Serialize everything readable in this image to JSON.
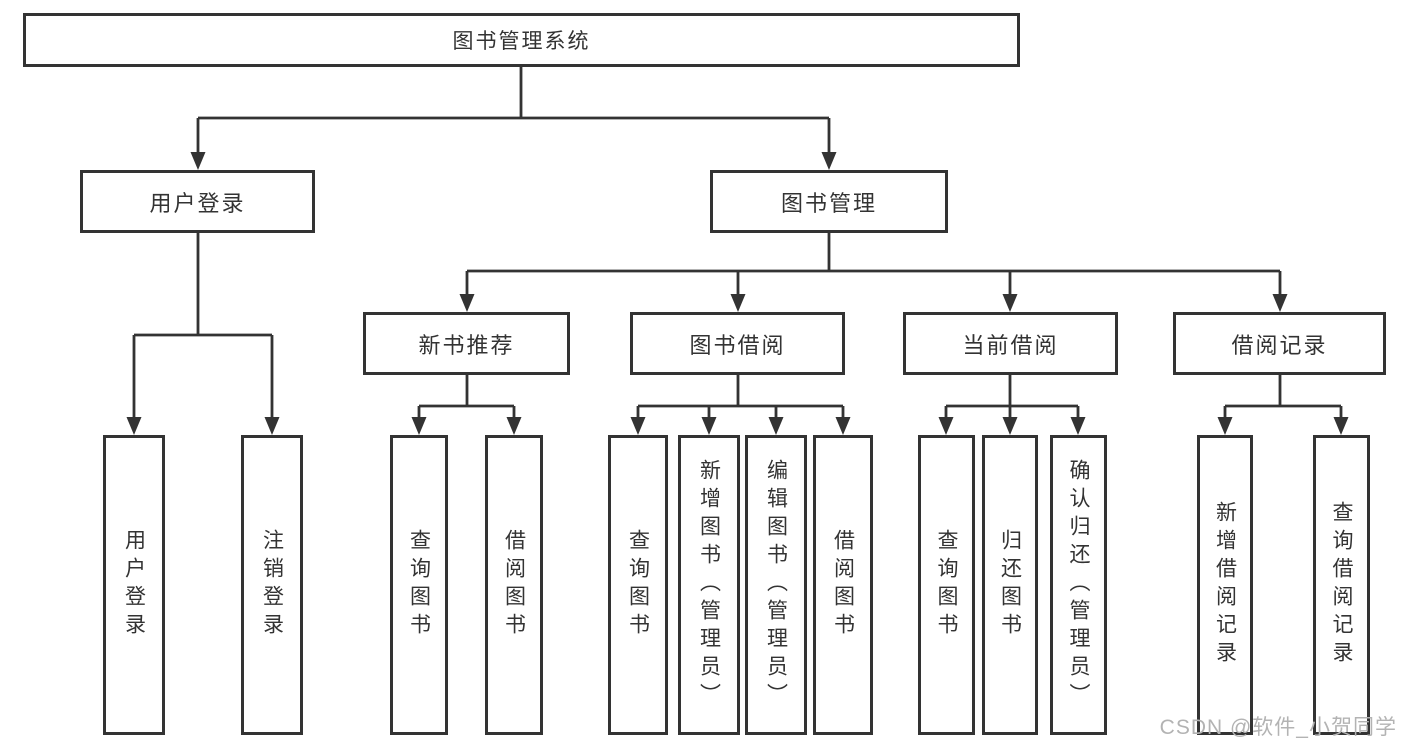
{
  "diagram": {
    "type": "tree",
    "title": "图书管理系统",
    "watermark": "CSDN @软件_小贺同学",
    "colors": {
      "line": "#333333",
      "box_border": "#333333",
      "text": "#333333",
      "background": "#ffffff",
      "watermark_text": "#b3b3b3"
    },
    "tree": {
      "label": "图书管理系统",
      "children": [
        {
          "label": "用户登录",
          "children": [
            {
              "label": "用户登录"
            },
            {
              "label": "注销登录"
            }
          ]
        },
        {
          "label": "图书管理",
          "children": [
            {
              "label": "新书推荐",
              "children": [
                {
                  "label": "查询图书"
                },
                {
                  "label": "借阅图书"
                }
              ]
            },
            {
              "label": "图书借阅",
              "children": [
                {
                  "label": "查询图书"
                },
                {
                  "label": "新增图书（管理员）"
                },
                {
                  "label": "编辑图书（管理员）"
                },
                {
                  "label": "借阅图书"
                }
              ]
            },
            {
              "label": "当前借阅",
              "children": [
                {
                  "label": "查询图书"
                },
                {
                  "label": "归还图书"
                },
                {
                  "label": "确认归还（管理员）"
                }
              ]
            },
            {
              "label": "借阅记录",
              "children": [
                {
                  "label": "新增借阅记录"
                },
                {
                  "label": "查询借阅记录"
                }
              ]
            }
          ]
        }
      ]
    }
  }
}
